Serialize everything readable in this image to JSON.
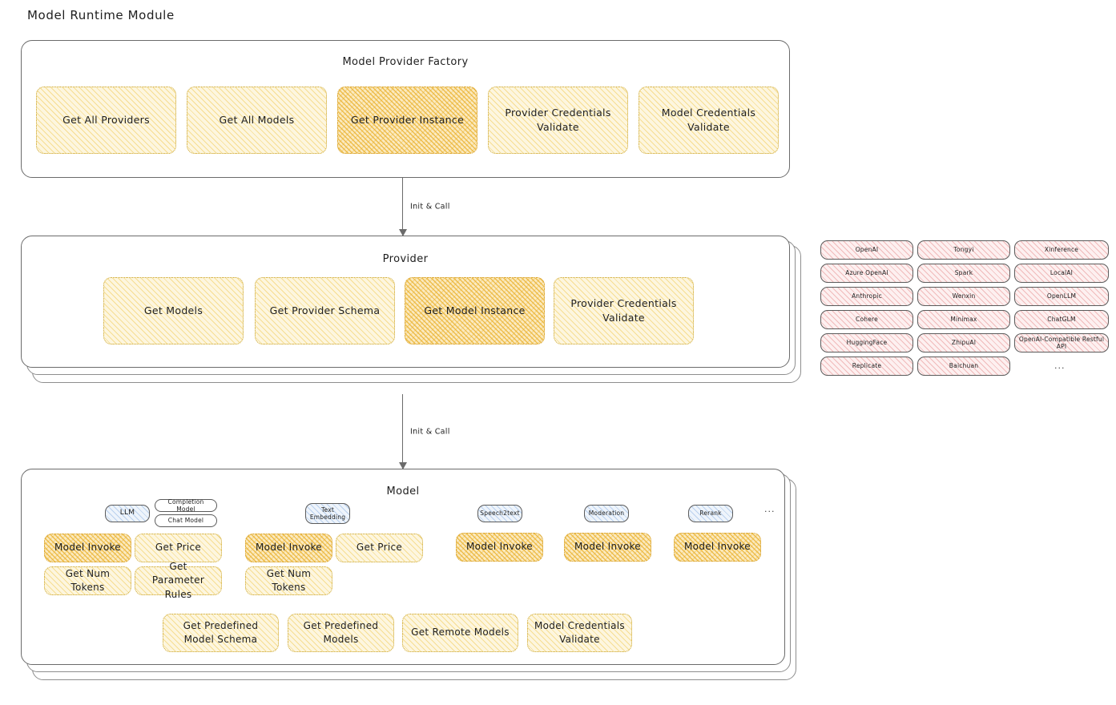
{
  "page": {
    "title": "Model Runtime Module"
  },
  "factory": {
    "title": "Model Provider Factory",
    "items": [
      {
        "label": "Get All Providers",
        "highlight": false
      },
      {
        "label": "Get All Models",
        "highlight": false
      },
      {
        "label": "Get Provider Instance",
        "highlight": true
      },
      {
        "label": "Provider Credentials Validate",
        "highlight": false
      },
      {
        "label": "Model Credentials Validate",
        "highlight": false
      }
    ]
  },
  "connectors": [
    {
      "label": "Init & Call"
    },
    {
      "label": "Init & Call"
    }
  ],
  "provider": {
    "title": "Provider",
    "items": [
      {
        "label": "Get Models",
        "highlight": false
      },
      {
        "label": "Get Provider Schema",
        "highlight": false
      },
      {
        "label": "Get Model Instance",
        "highlight": true
      },
      {
        "label": "Provider Credentials Validate",
        "highlight": false
      }
    ]
  },
  "provider_list": {
    "columns": [
      {
        "items": [
          "OpenAI",
          "Azure OpenAI",
          "Anthropic",
          "Cohere",
          "HuggingFace",
          "Replicate"
        ]
      },
      {
        "items": [
          "Tongyi",
          "Spark",
          "Wenxin",
          "Minimax",
          "ZhipuAI",
          "Baichuan"
        ]
      },
      {
        "items": [
          "Xinference",
          "LocalAI",
          "OpenLLM",
          "ChatGLM",
          "OpenAI-Compatible Restful API"
        ]
      }
    ],
    "more": "..."
  },
  "model": {
    "title": "Model",
    "more": "...",
    "types": [
      {
        "tag": "LLM",
        "subtags": [
          "Completion Model",
          "Chat Model"
        ],
        "methods": [
          "Model Invoke",
          "Get Price",
          "Get Num Tokens",
          "Get Parameter Rules"
        ],
        "highlight_method": "Model Invoke"
      },
      {
        "tag": "Text Embedding",
        "subtags": [],
        "methods": [
          "Model Invoke",
          "Get Price",
          "Get Num Tokens"
        ],
        "highlight_method": "Model Invoke"
      },
      {
        "tag": "Speech2text",
        "subtags": [],
        "methods": [
          "Model Invoke"
        ],
        "highlight_method": "Model Invoke"
      },
      {
        "tag": "Moderation",
        "subtags": [],
        "methods": [
          "Model Invoke"
        ],
        "highlight_method": "Model Invoke"
      },
      {
        "tag": "Rerank",
        "subtags": [],
        "methods": [
          "Model Invoke"
        ],
        "highlight_method": "Model Invoke"
      }
    ],
    "common_methods": [
      "Get Predefined Model Schema",
      "Get Predefined Models",
      "Get Remote Models",
      "Model Credentials Validate"
    ]
  },
  "colors": {
    "highlight_fill": "#fbeac0",
    "soft_fill": "#fdf6df",
    "provider_chip_fill": "#fdf0f0",
    "tag_fill": "#eef4fb",
    "stroke": "#6b6b6b",
    "text": "#1e1e1e"
  }
}
